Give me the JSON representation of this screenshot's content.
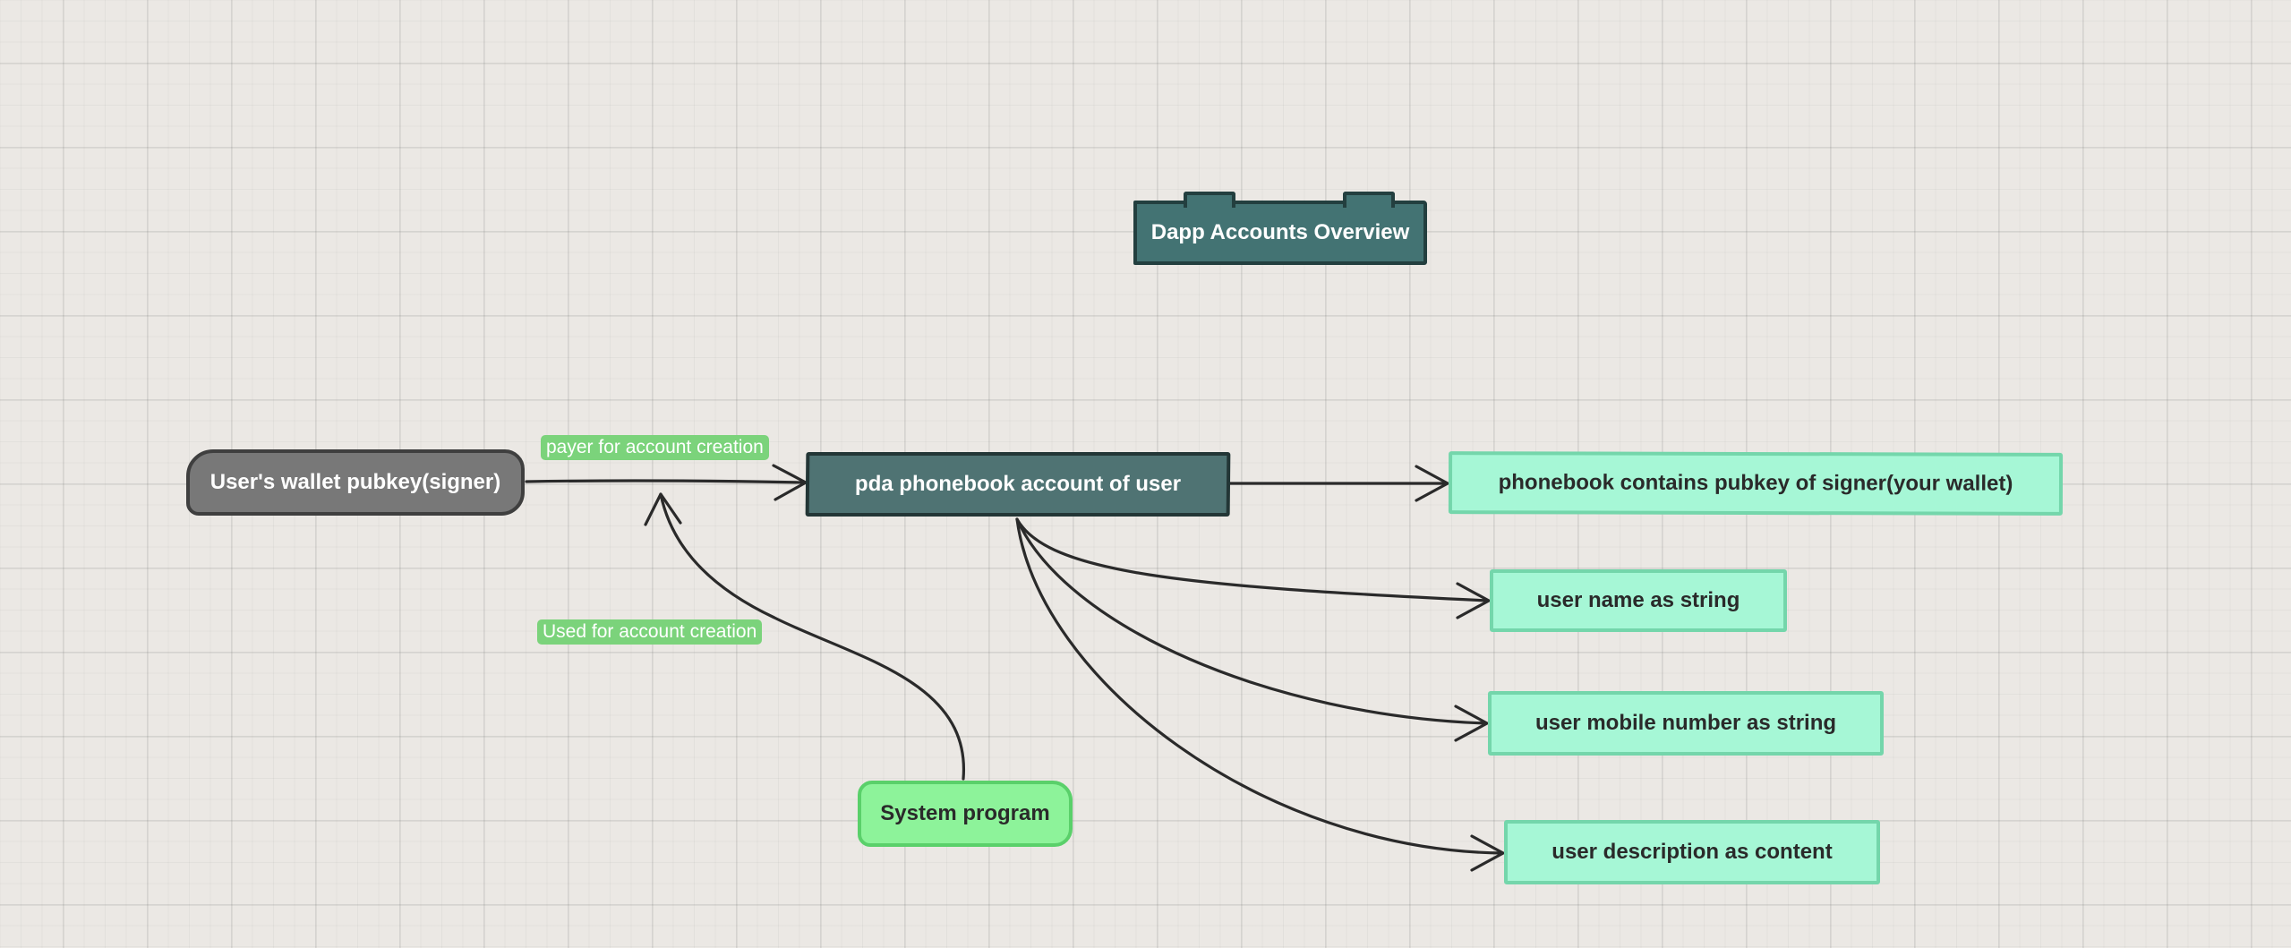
{
  "diagram": {
    "title": "Dapp Accounts Overview",
    "nodes": {
      "wallet": "User's wallet pubkey(signer)",
      "pda": "pda phonebook account of user",
      "system_program": "System program",
      "field_pubkey": "phonebook contains pubkey of signer(your wallet)",
      "field_name": "user name as string",
      "field_mobile": "user mobile number as string",
      "field_description": "user description as content"
    },
    "edge_labels": {
      "wallet_to_pda": "payer for account creation",
      "system_to_edge": "Used for account creation"
    },
    "colors": {
      "background": "#ebe8e4",
      "title_fill": "#437373",
      "wallet_fill": "#787878",
      "pda_fill": "#4f7373",
      "field_fill": "#a6f7d6",
      "field_border": "#74d6ab",
      "system_fill": "#8df39a",
      "label_fill": "#7bd37b"
    }
  }
}
